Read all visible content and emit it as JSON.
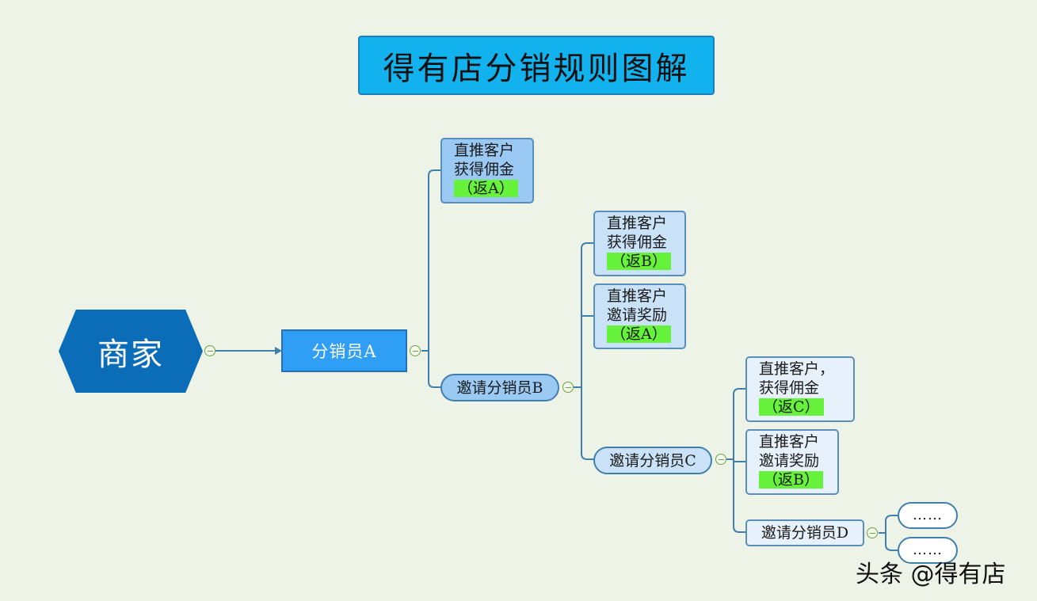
{
  "title": "得有店分销规则图解",
  "root": "商家",
  "distributor_a": "分销员A",
  "a_direct": {
    "line1": "直推客户",
    "line2": "获得佣金",
    "ret": "（返A）"
  },
  "a_invite_b": "邀请分销员B",
  "b_direct": {
    "line1": "直推客户",
    "line2": "获得佣金",
    "ret": "（返B）"
  },
  "b_invite_reward": {
    "line1": "直推客户",
    "line2": "邀请奖励",
    "ret": "（返A）"
  },
  "b_invite_c": "邀请分销员C",
  "c_direct": {
    "line1": "直推客户，",
    "line2": "获得佣金",
    "ret": "（返C）"
  },
  "c_invite_reward": {
    "line1": "直推客户",
    "line2": "邀请奖励",
    "ret": "（返B）"
  },
  "c_invite_d": "邀请分销员D",
  "d_children": [
    "……",
    "……"
  ],
  "watermark": "头条 @得有店",
  "colors": {
    "background": "#eef3e8",
    "title_fill": "#12b2ee",
    "root_fill": "#0b6db8",
    "distributor_fill": "#2f9ef5",
    "highlight": "#66f23a",
    "connector": "#3f7fae",
    "collapse_marker": "#6aa33d"
  }
}
